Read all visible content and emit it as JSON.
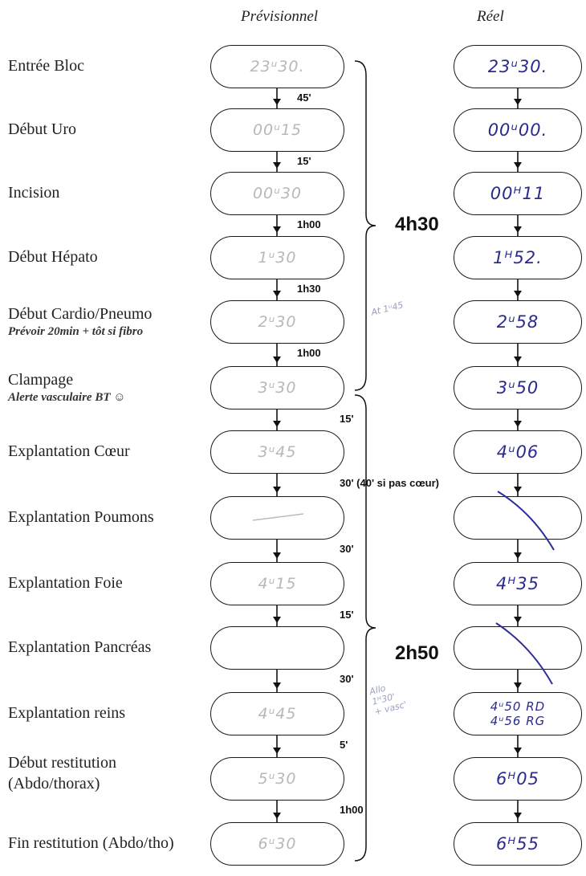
{
  "headers": {
    "planned": "Prévisionnel",
    "actual": "Réel"
  },
  "steps": [
    {
      "label": "Entrée Bloc",
      "note": "",
      "planned": "23ᵘ30.",
      "actual": "23ᵘ30.",
      "duration_after": "45'"
    },
    {
      "label": "Début Uro",
      "note": "",
      "planned": "00ᵘ15",
      "actual": "00ᵘ00.",
      "duration_after": "15'"
    },
    {
      "label": "Incision",
      "note": "",
      "planned": "00ᵘ30",
      "actual": "00ᴴ11",
      "duration_after": "1h00"
    },
    {
      "label": "Début Hépato",
      "note": "",
      "planned": "1ᵘ30",
      "actual": "1ᴴ52.",
      "duration_after": "1h30"
    },
    {
      "label": "Début Cardio/Pneumo",
      "note": "Prévoir 20min + tôt si fibro",
      "planned": "2ᵘ30",
      "actual": "2ᵘ58",
      "duration_after": "1h00"
    },
    {
      "label": "Clampage",
      "note": "Alerte vasculaire BT ☺",
      "planned": "3ᵘ30",
      "actual": "3ᵘ50",
      "duration_after": "15'"
    },
    {
      "label": "Explantation Cœur",
      "note": "",
      "planned": "3ᵘ45",
      "actual": "4ᵘ06",
      "duration_after": "30' (40' si pas cœur)"
    },
    {
      "label": "Explantation Poumons",
      "note": "",
      "planned": "",
      "actual": "",
      "duration_after": "30'"
    },
    {
      "label": "Explantation Foie",
      "note": "",
      "planned": "4ᵘ15",
      "actual": "4ᴴ35",
      "duration_after": "15'"
    },
    {
      "label": "Explantation Pancréas",
      "note": "",
      "planned": "",
      "actual": "",
      "duration_after": "30'"
    },
    {
      "label": "Explantation reins",
      "note": "",
      "planned": "4ᵘ45",
      "actual": "4ᵘ50 RD\n4ᵘ56 RG",
      "duration_after": "5'"
    },
    {
      "label": "Début restitution\n(Abdo/thorax)",
      "note": "",
      "planned": "5ᵘ30",
      "actual": "6ᴴ05",
      "duration_after": "1h00"
    },
    {
      "label": "Fin restitution (Abdo/tho)",
      "note": "",
      "planned": "6ᵘ30",
      "actual": "6ᴴ55",
      "duration_after": ""
    }
  ],
  "totals": {
    "first": "4h30",
    "second": "2h50"
  },
  "margin_notes": {
    "cardio": "At 1ᵘ45",
    "reins": "Allo\n1ᴴ30'\n+ vasc'"
  }
}
